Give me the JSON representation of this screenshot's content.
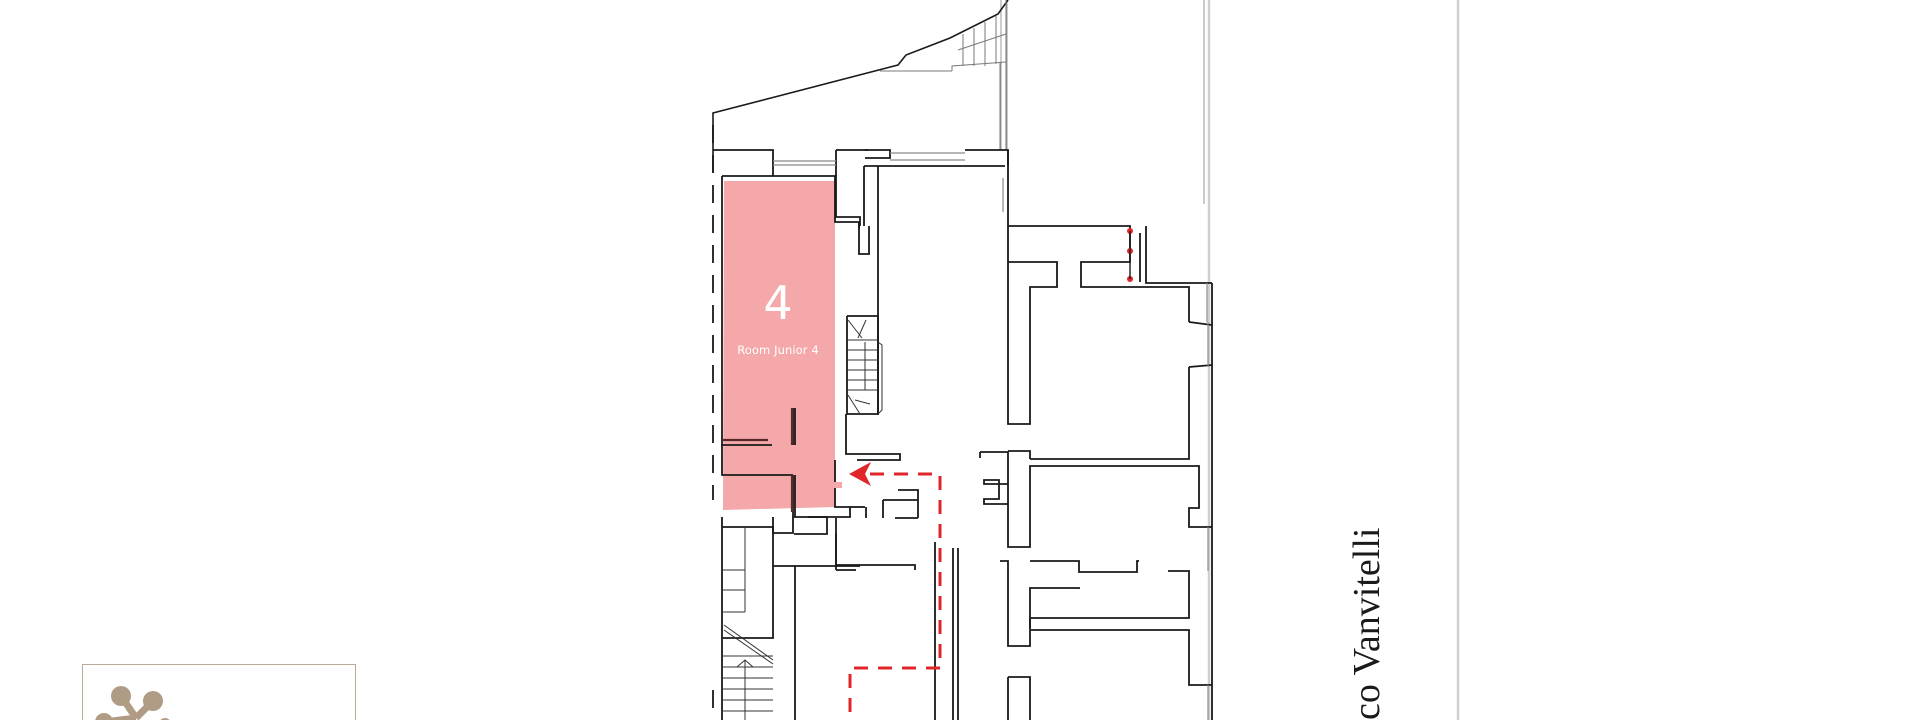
{
  "plan": {
    "highlighted_room": {
      "number": "4",
      "name": "Room Junior 4",
      "fill_color": "#f4a8a9"
    },
    "path_arrow": {
      "color": "#e0262b",
      "style": "dashed",
      "direction": "toward room 4"
    },
    "street": {
      "label": "co Vanvitelli"
    },
    "markers": {
      "color": "#e0262b",
      "count": 3
    },
    "wall_color": "#1a1a1a",
    "boundary_line_color": "#cfcfcf"
  },
  "logo": {
    "border_color": "#b8ab98",
    "mark_color": "#b09c85"
  }
}
